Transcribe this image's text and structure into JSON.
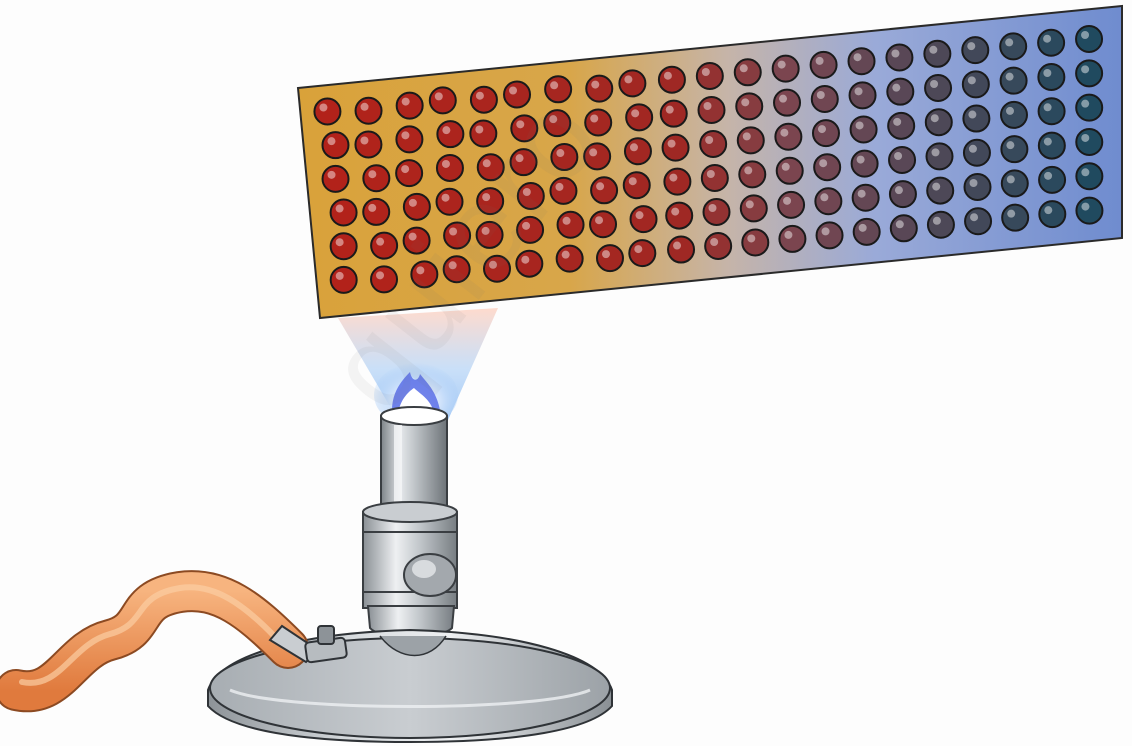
{
  "scene": {
    "subject": "bunsen-burner-heating-metal-bar",
    "bar": {
      "rows": 6,
      "columns": 21,
      "hot_particle_color": "#b3221a",
      "cold_particle_color": "#1a4a60",
      "hot_background": "#d9a23a",
      "cold_background": "#6f8ccf"
    },
    "flame": {
      "color": "#5a6ee6",
      "glow_color": "#a9c8f7"
    },
    "burner": {
      "metal_color": "#9ea3a8",
      "hose_color": "#f0965a"
    }
  },
  "watermark": {
    "text": "quiero"
  }
}
